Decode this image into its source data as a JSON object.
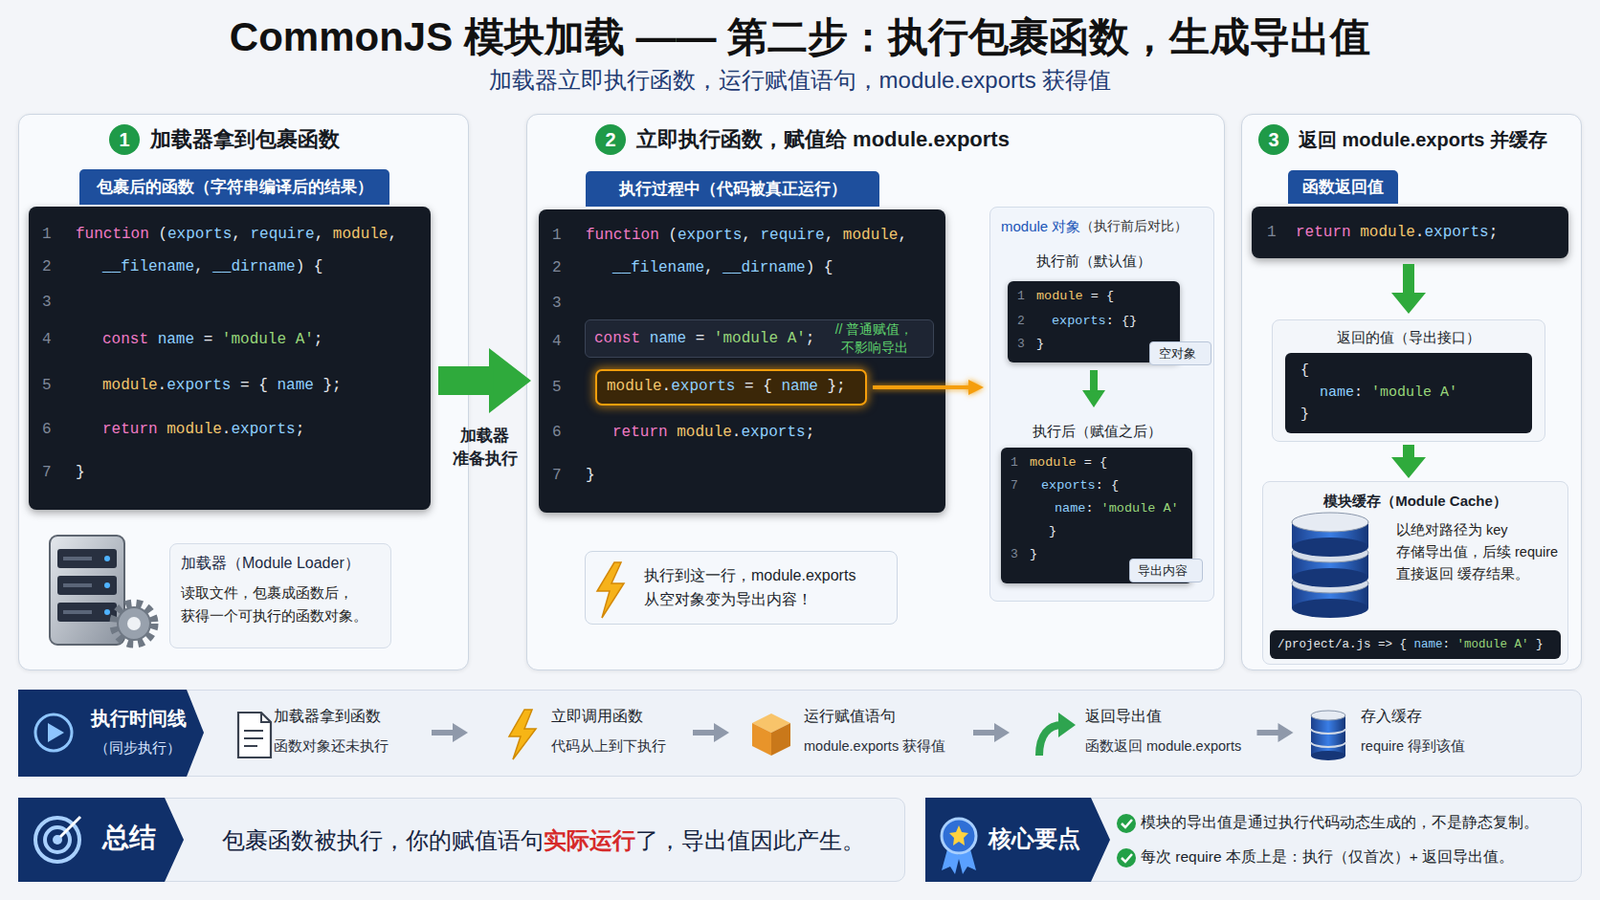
{
  "diagram": {
    "title": "CommonJS 模块加载 —— 第二步：执行包裹函数，生成导出值",
    "nodes": [
      {
        "text": [
          "1",
          "加载器拿到包裹函数"
        ]
      },
      {
        "text": [
          "包裹后的函数（字符串编译后的结果）",
          "1",
          "function (exports, require, module,",
          "2",
          "__filename, __dirname) {",
          "3",
          "4",
          "const name = 'module A';",
          "5",
          "module.exports = { name };",
          "6",
          "return module.exports;",
          "7",
          "}"
        ],
        "in": 0
      },
      {
        "text": [
          "加载器（Module Loader）",
          "读取文件，包裹成函数后， 获得一个可执行的函数对象。"
        ],
        "in": 0
      },
      {
        "text": [
          "2",
          "立即执行函数，赋值给 module.exports"
        ]
      },
      {
        "text": [
          "执行过程中（代码被真正运行）",
          "1",
          "function (exports, require, module,",
          "2",
          "__filename, __dirname) {",
          "3",
          "4",
          "5",
          "6",
          "return module.exports;",
          "7",
          "}"
        ],
        "in": 3
      },
      {
        "text": [
          "const name = 'module A';",
          "// 普通赋值， 不影响导出"
        ],
        "in": 4
      },
      {
        "text": [
          "module.exports = { name };"
        ],
        "in": 4
      },
      {
        "text": [
          "module 对象",
          "（执行前后对比）"
        ],
        "in": 3
      },
      {
        "text": [
          "执行前（默认值）",
          "1",
          "module = {",
          "2",
          "exports: {}",
          "3",
          "}"
        ],
        "in": 7
      },
      {
        "text": [
          "空对象"
        ],
        "in": 8
      },
      {
        "text": [
          "执行后（赋值之后）",
          "1",
          "module = {",
          "7",
          "exports: {",
          "name: 'module A'",
          "}",
          "3",
          "}"
        ],
        "in": 7
      },
      {
        "text": [
          "导出内容"
        ],
        "in": 10
      },
      {
        "text": [
          "执行到这一行，module.exports 从空对象变为导出内容！"
        ],
        "in": 3
      },
      {
        "text": [
          "3",
          "返回 module.exports 并缓存"
        ]
      },
      {
        "text": [
          "函数返回值",
          "1",
          "return module.exports;"
        ],
        "in": 13
      },
      {
        "text": [
          "返回的值（导出接口）"
        ],
        "in": 13
      },
      {
        "text": [
          "{",
          "name: 'module A'",
          "}"
        ],
        "in": 15
      },
      {
        "text": [
          "模块缓存（Module Cache）",
          "以绝对路径为 key 存储导出值，后续 require 直接返回 缓存结果。"
        ],
        "in": 13
      },
      {
        "text": [
          "/project/a.js => { name: 'module A' }"
        ],
        "in": 17
      },
      {
        "text": [
          "执行时间线",
          "（同步执行）"
        ]
      },
      {
        "text": [
          "加载器拿到函数",
          "函数对象还未执行"
        ],
        "in": 19
      },
      {
        "text": [
          "立即调用函数",
          "代码从上到下执行"
        ],
        "in": 19
      },
      {
        "text": [
          "运行赋值语句",
          "module.exports 获得值"
        ],
        "in": 19
      },
      {
        "text": [
          "返回导出值",
          "函数返回 module.exports"
        ],
        "in": 19
      },
      {
        "text": [
          "存入缓存",
          "require 得到该值"
        ],
        "in": 19
      },
      {
        "text": [
          "总结",
          "包裹函数被执行，你的赋值语句",
          "实际运行",
          "了，导出值因此产生。"
        ]
      },
      {
        "text": [
          "核心要点",
          "模块的导出值是通过执行代码动态生成的，不是静态复制。",
          "每次 require 本质上是：执行（仅首次）+ 返回导出值。"
        ]
      }
    ],
    "edges": [
      {
        "from": 1,
        "to": 4,
        "label": "加载器 准备执行",
        "arrow": "to"
      },
      {
        "from": 6,
        "to": 7,
        "arrow": "to"
      },
      {
        "from": 8,
        "to": 10,
        "arrow": "to"
      },
      {
        "from": 14,
        "to": 15,
        "arrow": "to"
      },
      {
        "from": 15,
        "to": 17,
        "arrow": "to"
      },
      {
        "from": 20,
        "to": 21,
        "arrow": "to"
      },
      {
        "from": 21,
        "to": 22,
        "arrow": "to"
      },
      {
        "from": 22,
        "to": 23,
        "arrow": "to"
      },
      {
        "from": 23,
        "to": 24,
        "arrow": "to"
      }
    ],
    "labels": [
      "加载器立即执行函数，运行赋值语句，module.exports 获得值"
    ]
  }
}
